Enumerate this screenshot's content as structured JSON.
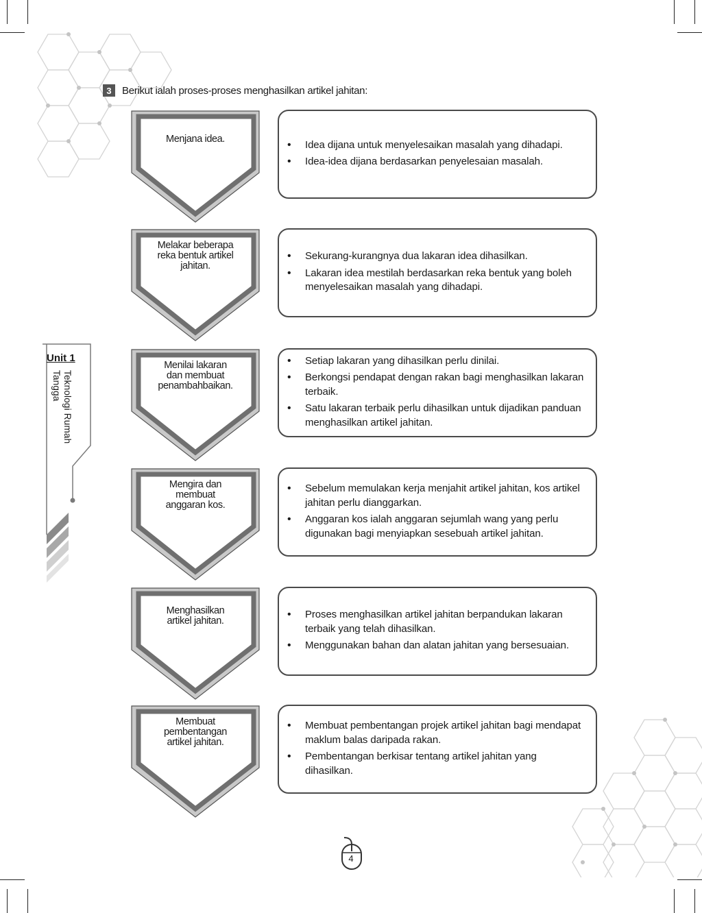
{
  "question": {
    "number": "3",
    "intro": "Berikut ialah proses-proses menghasilkan artikel jahitan:"
  },
  "steps": [
    {
      "title_lines": [
        "Menjana idea."
      ],
      "points": [
        "Idea dijana untuk menyelesaikan masalah yang dihadapi.",
        "Idea-idea dijana berdasarkan penyelesaian masalah."
      ]
    },
    {
      "title_lines": [
        "Melakar beberapa",
        "reka bentuk artikel",
        "jahitan."
      ],
      "points": [
        "Sekurang-kurangnya dua lakaran idea dihasilkan.",
        "Lakaran idea mestilah berdasarkan reka bentuk yang boleh menyelesaikan masalah yang dihadapi."
      ]
    },
    {
      "title_lines": [
        "Menilai lakaran",
        "dan membuat",
        "penambahbaikan."
      ],
      "points": [
        "Setiap lakaran yang dihasilkan perlu dinilai.",
        "Berkongsi pendapat dengan rakan bagi menghasilkan lakaran terbaik.",
        "Satu lakaran terbaik perlu dihasilkan untuk dijadikan panduan menghasilkan artikel jahitan."
      ]
    },
    {
      "title_lines": [
        "Mengira dan",
        "membuat",
        "anggaran kos."
      ],
      "points": [
        "Sebelum memulakan kerja menjahit artikel jahitan, kos artikel jahitan perlu dianggarkan.",
        "Anggaran kos ialah anggaran sejumlah wang yang perlu digunakan bagi menyiapkan sesebuah artikel jahitan."
      ]
    },
    {
      "title_lines": [
        "Menghasilkan",
        "artikel jahitan."
      ],
      "points": [
        "Proses menghasilkan artikel jahitan berpandukan lakaran terbaik yang telah dihasilkan.",
        "Menggunakan bahan dan alatan jahitan yang bersesuaian."
      ]
    },
    {
      "title_lines": [
        "Membuat",
        "pembentangan",
        "artikel jahitan."
      ],
      "points": [
        "Membuat pembentangan projek artikel jahitan bagi mendapat maklum balas daripada rakan.",
        "Pembentangan berkisar tentang artikel jahitan yang dihasilkan."
      ]
    }
  ],
  "side_tab": {
    "unit": "Unit 1",
    "subject_lines": [
      "Teknologi Rumah",
      "Tangga"
    ]
  },
  "page_number": "4",
  "colors": {
    "outer_shape": "#6f6f6f",
    "inner_shape": "#c9c9c9",
    "box_border": "#4a4a4a",
    "hex_pattern": "#d4d4d4"
  },
  "icons": {
    "page_marker": "computer-mouse-icon",
    "background": "hexagon-pattern"
  }
}
